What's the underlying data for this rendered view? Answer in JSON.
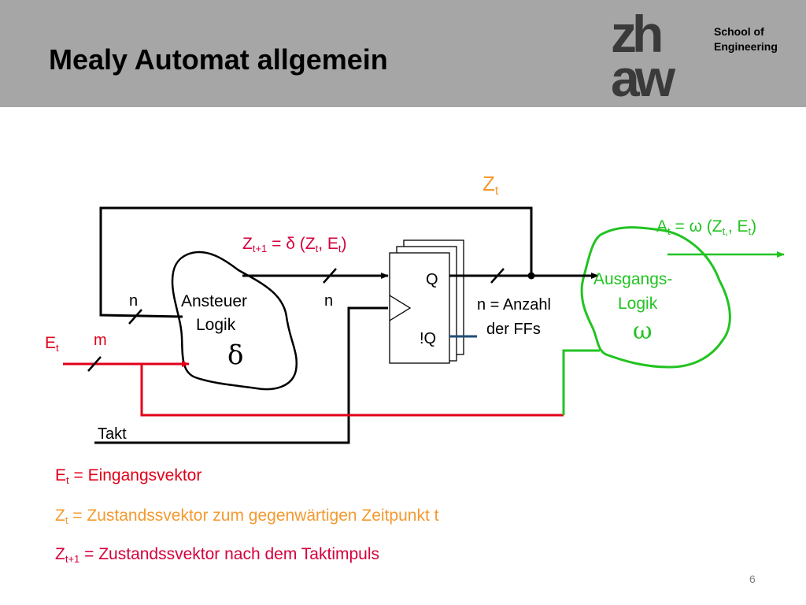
{
  "slide": {
    "title": "Mealy Automat allgemein",
    "logo_text": "zhaw",
    "school_line1": "School of",
    "school_line2": "Engineering",
    "page_number": "6"
  },
  "diagram": {
    "zt_label": "Z",
    "zt_sub": "t",
    "delta_eq": {
      "lhs": "Z",
      "lhs_sub": "t+1",
      "eq": " = δ (Z",
      "sub1": "t",
      "mid": ", E",
      "sub2": "t",
      "end": ")"
    },
    "omega_eq": {
      "lhs": "A",
      "lhs_sub": "t",
      "eq": " = ω (Z",
      "sub1": "t,",
      "mid": ", E",
      "sub2": "t",
      "end": ")"
    },
    "ansteuer_line1": "Ansteuer",
    "ansteuer_line2": "Logik",
    "delta_symbol": "δ",
    "ausgangs_line1": "Ausgangs-",
    "ausgangs_line2": "Logik",
    "omega_symbol": "ω",
    "q_label": "Q",
    "nq_label": "!Q",
    "n_left": "n",
    "n_mid": "n",
    "m_label": "m",
    "et_label": "E",
    "et_sub": "t",
    "anzahl_line1": "n = Anzahl",
    "anzahl_line2": "der FFs",
    "takt_label": "Takt"
  },
  "legend": {
    "et": {
      "sym": "E",
      "sub": "t",
      "text": " = Eingangsvektor"
    },
    "zt": {
      "sym": "Z",
      "sub": "t",
      "text": " = Zustandssvektor zum gegenwärtigen Zeitpunkt t"
    },
    "zt1": {
      "sym": "Z",
      "sub": "t+1",
      "text": " = Zustandssvektor nach dem Taktimpuls"
    }
  },
  "colors": {
    "header_bg": "#a6a6a6",
    "red": "#e0001a",
    "orange": "#f39a30",
    "crimson": "#d4003c",
    "green": "#22c322",
    "blue": "#1f4e79"
  }
}
